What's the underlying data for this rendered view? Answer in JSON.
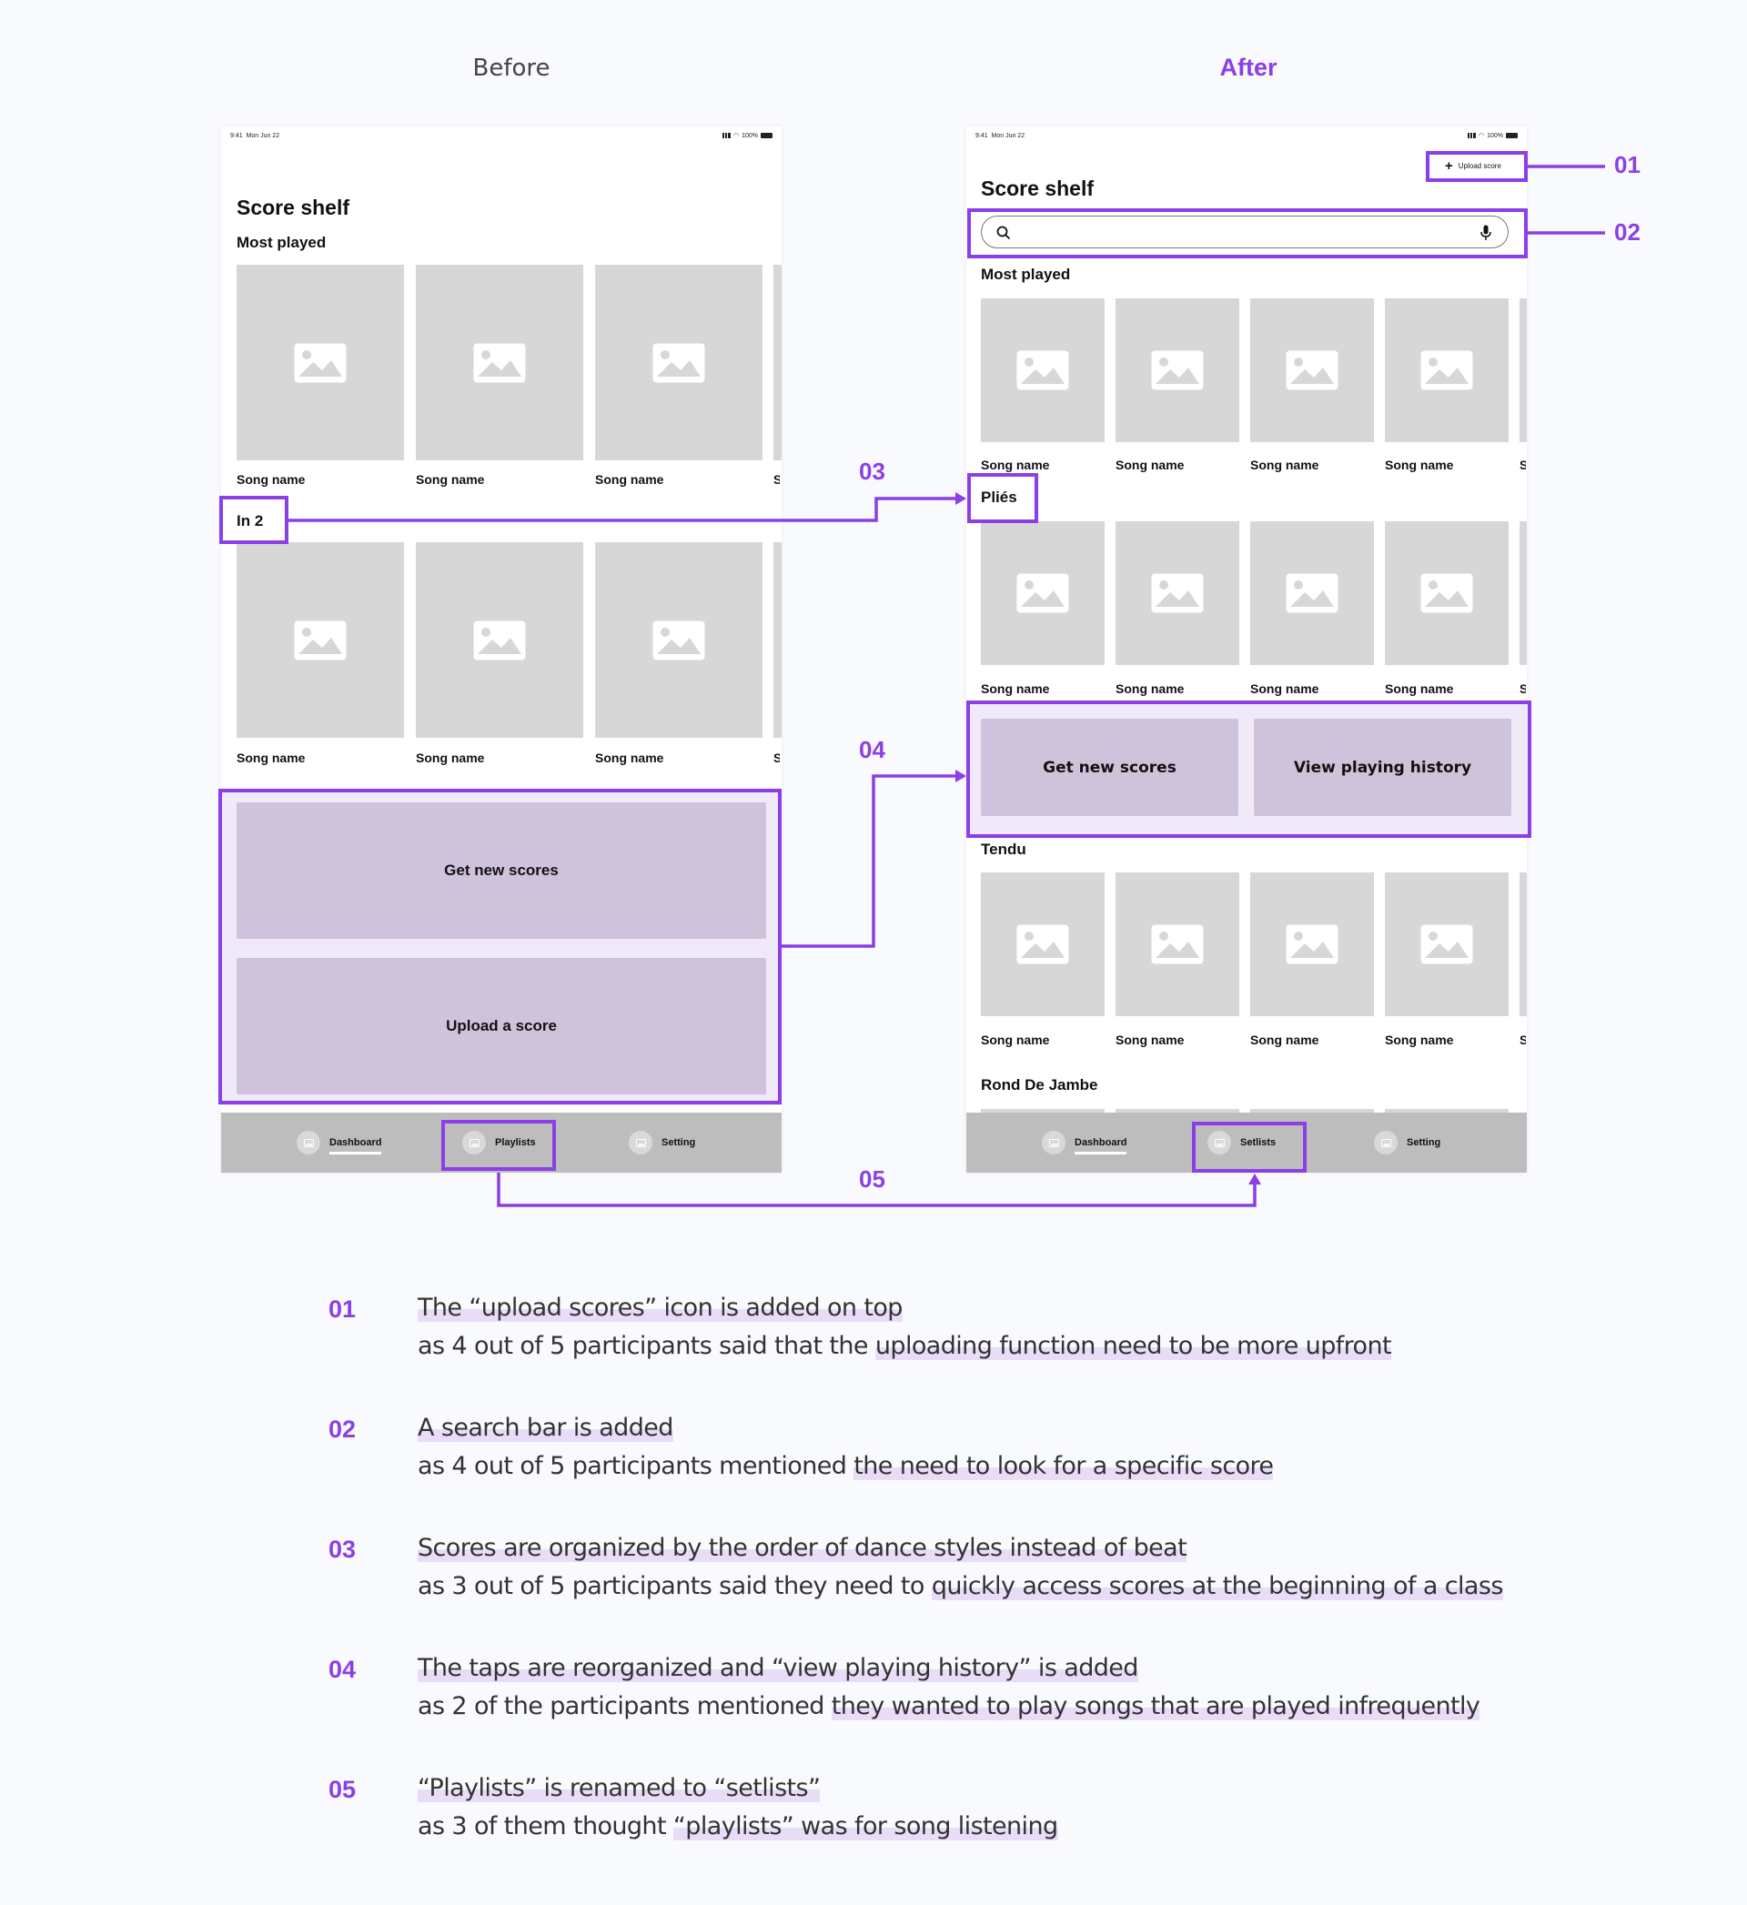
{
  "columns": {
    "before": "Before",
    "after": "After"
  },
  "status": {
    "time": "9:41",
    "date": "Mon Jun 22",
    "battery": "100%"
  },
  "before": {
    "title": "Score shelf",
    "sections": [
      {
        "label": "Most played",
        "songs": [
          "Song name",
          "Song name",
          "Song name"
        ]
      },
      {
        "label": "In 2",
        "songs": [
          "Song name",
          "Song name",
          "Song name"
        ]
      }
    ],
    "peek_label": "S",
    "actions": [
      "Get new scores",
      "Upload a score"
    ],
    "tabs": [
      "Dashboard",
      "Playlists",
      "Setting"
    ]
  },
  "after": {
    "upload_label": "Upload score",
    "title": "Score shelf",
    "search_placeholder": "",
    "sections": [
      {
        "label": "Most played",
        "songs": [
          "Song name",
          "Song name",
          "Song name",
          "Song name"
        ]
      },
      {
        "label": "Pliés",
        "songs": [
          "Song name",
          "Song name",
          "Song name",
          "Song name"
        ]
      },
      {
        "label": "Tendu",
        "songs": [
          "Song name",
          "Song name",
          "Song name",
          "Song name"
        ]
      },
      {
        "label": "Rond De Jambe",
        "songs": []
      }
    ],
    "peek_label": "S",
    "actions": [
      "Get new scores",
      "View playing history"
    ],
    "tabs": [
      "Dashboard",
      "Setlists",
      "Setting"
    ]
  },
  "callouts": [
    "01",
    "02",
    "03",
    "04",
    "05"
  ],
  "notes": [
    {
      "num": "01",
      "line1": "The “upload scores” icon is added on top",
      "line2_pre": "as 4 out of 5 participants said that the ",
      "line2_hl": "uploading function need to be more upfront"
    },
    {
      "num": "02",
      "line1": "A search bar is added",
      "line2_pre": "as 4 out of 5 participants mentioned ",
      "line2_hl": "the need to look for a specific score"
    },
    {
      "num": "03",
      "line1": "Scores are organized by the order of dance styles instead of beat",
      "line2_pre": "as 3 out of 5 participants said they need to ",
      "line2_hl": "quickly access scores at the beginning of a class"
    },
    {
      "num": "04",
      "line1": "The taps are reorganized and “view playing history” is added",
      "line2_pre": "as 2 of the participants mentioned ",
      "line2_hl": "they wanted to play songs that are played infrequently "
    },
    {
      "num": "05",
      "line1": "“Playlists” is renamed to “setlists”",
      "line2_pre": "as 3 of them thought ",
      "line2_hl": "“playlists” was for song listening"
    }
  ],
  "colors": {
    "accent": "#8b3fe6",
    "thumb": "#d7d7d7",
    "action": "#cfc3dc",
    "tabbar": "#bdbdbd",
    "highlight": "#e8dcf7"
  }
}
